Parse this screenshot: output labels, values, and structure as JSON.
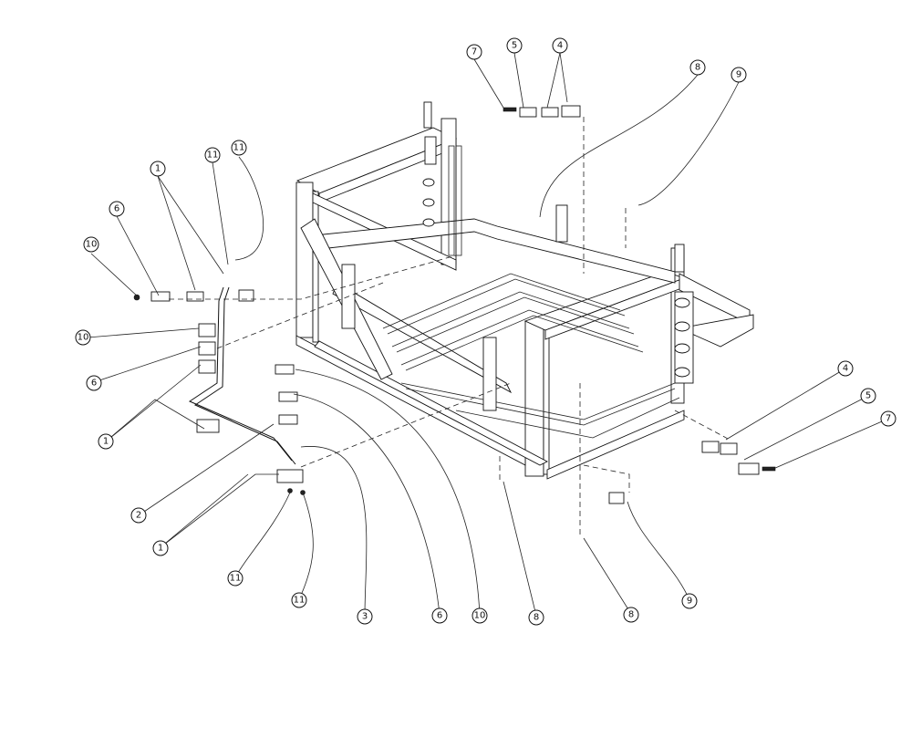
{
  "diagram": {
    "callouts": [
      {
        "id": "c7a",
        "label": "7"
      },
      {
        "id": "c5a",
        "label": "5"
      },
      {
        "id": "c4a",
        "label": "4"
      },
      {
        "id": "c8a",
        "label": "8"
      },
      {
        "id": "c9a",
        "label": "9"
      },
      {
        "id": "c1a",
        "label": "1"
      },
      {
        "id": "c11a",
        "label": "11"
      },
      {
        "id": "c11b",
        "label": "11"
      },
      {
        "id": "c6a",
        "label": "6"
      },
      {
        "id": "c10a",
        "label": "10"
      },
      {
        "id": "c10b",
        "label": "10"
      },
      {
        "id": "c6b",
        "label": "6"
      },
      {
        "id": "c1b",
        "label": "1"
      },
      {
        "id": "c2a",
        "label": "2"
      },
      {
        "id": "c1c",
        "label": "1"
      },
      {
        "id": "c11c",
        "label": "11"
      },
      {
        "id": "c11d",
        "label": "11"
      },
      {
        "id": "c3a",
        "label": "3"
      },
      {
        "id": "c6c",
        "label": "6"
      },
      {
        "id": "c10c",
        "label": "10"
      },
      {
        "id": "c8b",
        "label": "8"
      },
      {
        "id": "c8c",
        "label": "8"
      },
      {
        "id": "c9b",
        "label": "9"
      },
      {
        "id": "c4b",
        "label": "4"
      },
      {
        "id": "c5b",
        "label": "5"
      },
      {
        "id": "c7b",
        "label": "7"
      }
    ]
  }
}
